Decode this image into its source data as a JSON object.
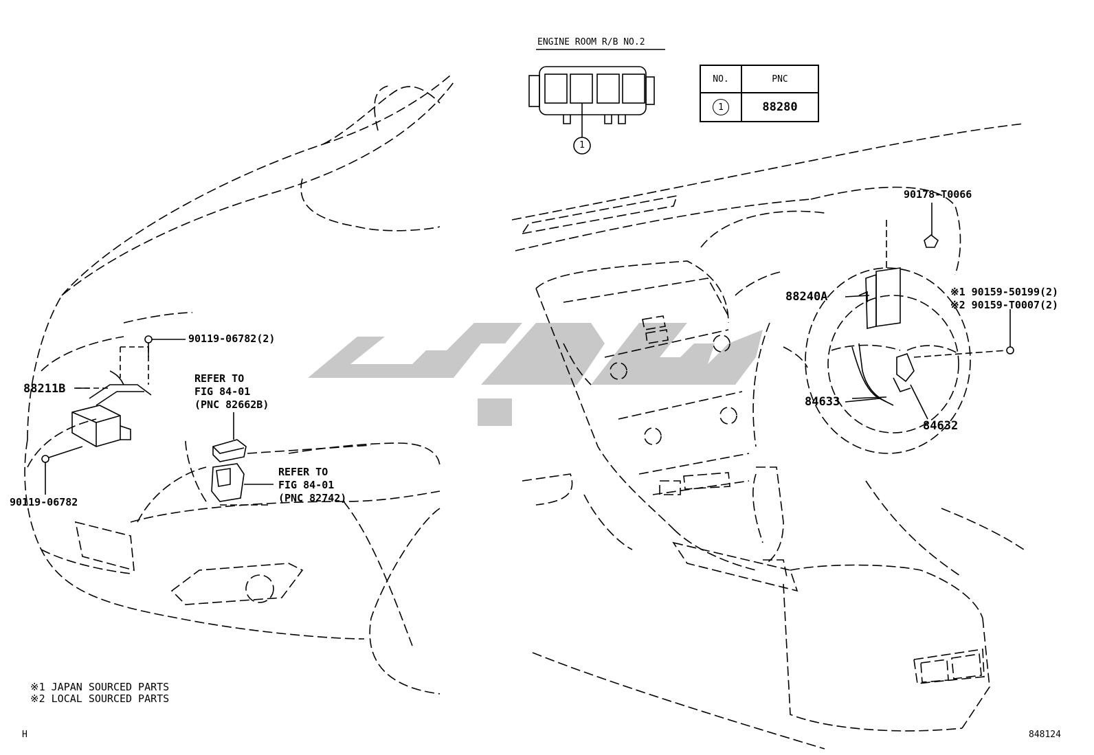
{
  "header": {
    "title": "ENGINE ROOM R/B NO.2"
  },
  "connector": {
    "callout": "1"
  },
  "table": {
    "headers": [
      "NO.",
      "PNC"
    ],
    "rows": [
      {
        "no": "1",
        "pnc": "88280"
      }
    ]
  },
  "left_callouts": {
    "bolt_top": "90119-06782(2)",
    "relay": "88211B",
    "bolt_bottom": "90119-06782",
    "ref1_line1": "REFER TO",
    "ref1_line2": "FIG 84-01",
    "ref1_line3": "(PNC 82662B)",
    "ref2_line1": "REFER TO",
    "ref2_line2": "FIG 84-01",
    "ref2_line3": "(PNC 82742)"
  },
  "right_callouts": {
    "nut": "90178-T0066",
    "ecu": "88240A",
    "screw_japan": "※1 90159-50199(2)",
    "screw_local": "※2 90159-T0007(2)",
    "switch_left": "84633",
    "switch_right": "84632"
  },
  "notes": {
    "note1": "※1 JAPAN SOURCED PARTS",
    "note2": "※2 LOCAL SOURCED PARTS"
  },
  "footer": {
    "left": "H",
    "right": "848124"
  },
  "colors": {
    "line": "#000000",
    "watermark": "#c8c8c8",
    "background": "#ffffff"
  }
}
